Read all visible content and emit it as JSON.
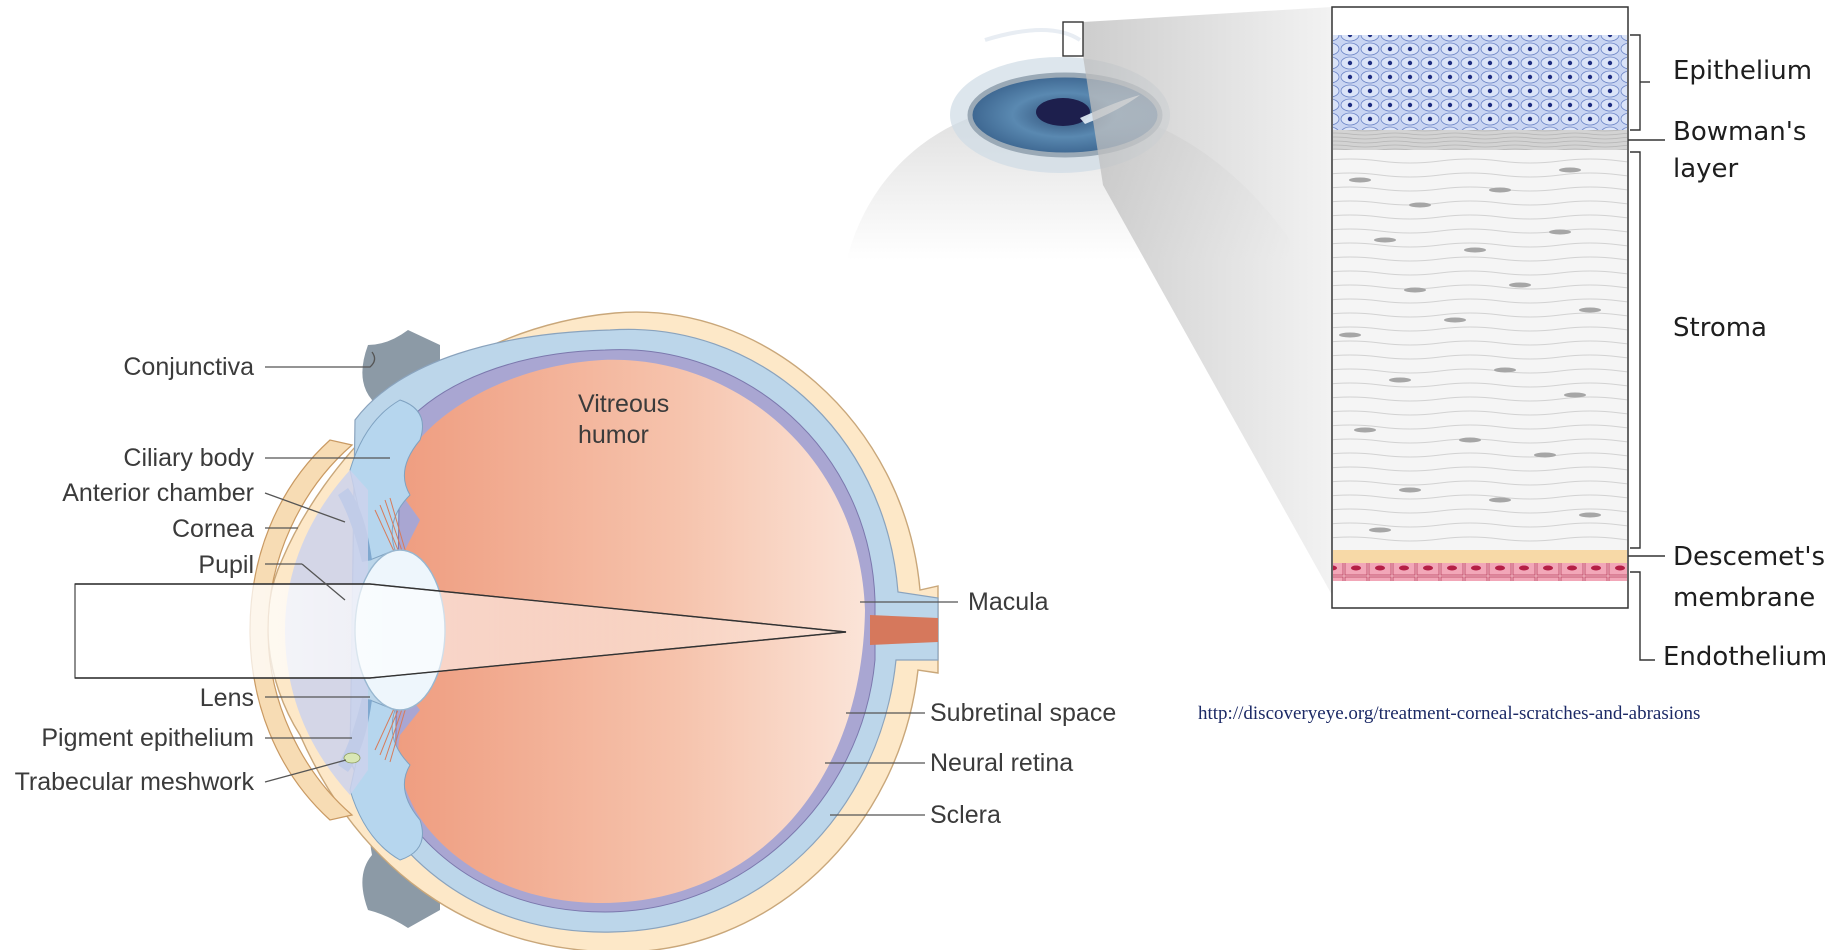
{
  "eye_section": {
    "labels_left": {
      "conjunctiva": "Conjunctiva",
      "ciliary_body": "Ciliary body",
      "anterior_chamber": "Anterior chamber",
      "cornea": "Cornea",
      "pupil": "Pupil",
      "lens": "Lens",
      "pigment_epithelium": "Pigment epithelium",
      "trabecular_meshwork": "Trabecular meshwork"
    },
    "labels_right": {
      "macula": "Macula",
      "subretinal_space": "Subretinal space",
      "neural_retina": "Neural retina",
      "sclera": "Sclera"
    },
    "vitreous_line1": "Vitreous",
    "vitreous_line2": "humor"
  },
  "cornea_layers": {
    "epithelium": "Epithelium",
    "bowmans_line1": "Bowman's",
    "bowmans_line2": "layer",
    "stroma": "Stroma",
    "descemets_line1": "Descemet's",
    "descemets_line2": "membrane",
    "endothelium": "Endothelium"
  },
  "source_url": "http://discoveryeye.org/treatment-corneal-scratches-and-abrasions",
  "colors": {
    "vitreous": "#f0a68c",
    "retina_blue": "#bcd6ea",
    "sclera": "#fde8c8",
    "iris_blue": "#4f7fa6",
    "epithelium_cells": "#c9d6f3",
    "endothelium_cells": "#e38a9d",
    "descemet": "#f7d9a7",
    "url": "#1c2a66"
  }
}
